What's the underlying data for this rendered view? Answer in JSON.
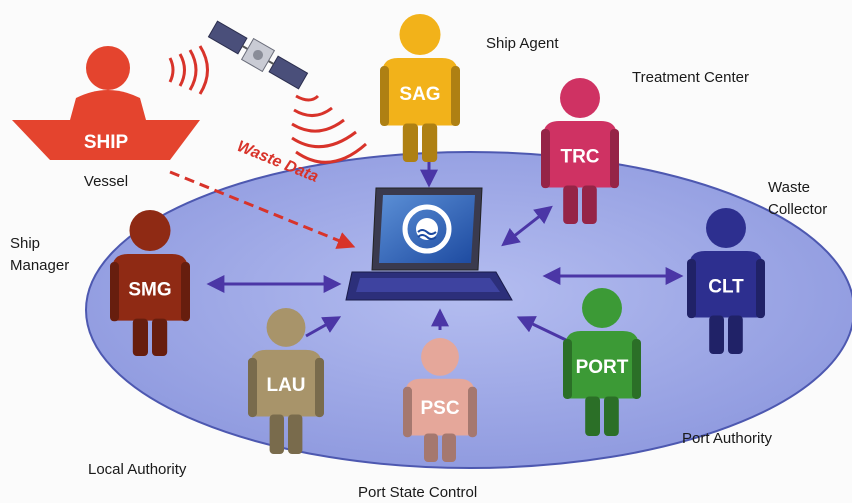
{
  "diagram": {
    "actors": {
      "ship": {
        "code": "SHIP",
        "label": "Vessel",
        "color": "#e4442e"
      },
      "sag": {
        "code": "SAG",
        "label": "Ship Agent",
        "color": "#f2b21a"
      },
      "trc": {
        "code": "TRC",
        "label": "Treatment Center",
        "color": "#cf3263"
      },
      "smg": {
        "code": "SMG",
        "label_line1": "Ship",
        "label_line2": "Manager",
        "color": "#8f2a14"
      },
      "clt": {
        "code": "CLT",
        "label_line1": "Waste",
        "label_line2": "Collector",
        "color": "#2d2f8f"
      },
      "lau": {
        "code": "LAU",
        "label": "Local Authority",
        "color": "#a8946a"
      },
      "psc": {
        "code": "PSC",
        "label": "Port State Control",
        "color": "#e5a79a"
      },
      "port": {
        "code": "PORT",
        "label": "Port Authority",
        "color": "#3c9a36"
      }
    },
    "flow_label": "Waste Data",
    "icons": [
      "satellite-icon",
      "signal-waves-icon",
      "laptop-icon",
      "water-at-logo-icon"
    ],
    "colors": {
      "ellipse": "#8f9be0",
      "arrow": "#4b36a6",
      "flow": "#d8332a"
    }
  }
}
